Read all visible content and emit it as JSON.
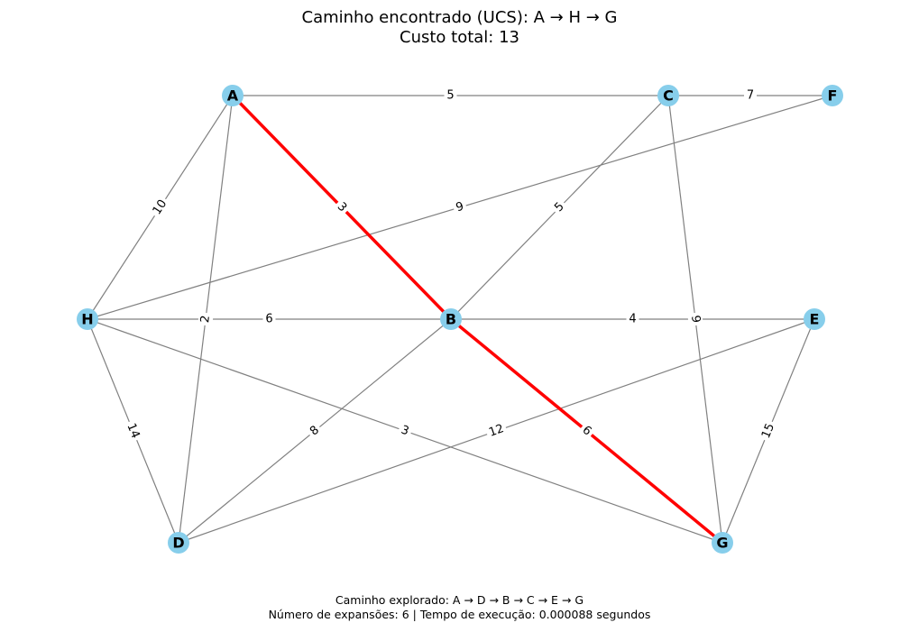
{
  "title": {
    "line1": "Caminho encontrado (UCS): A → H → G",
    "line2": "Custo total: 13"
  },
  "footer": {
    "line1": "Caminho explorado: A → D → B → C → E → G",
    "line2": "Número de expansões: 6 | Tempo de execução: 0.000088 segundos"
  },
  "colors": {
    "node_fill": "#87ceeb",
    "edge": "#808080",
    "highlighted_path": "#ff0000"
  },
  "graph": {
    "nodes": [
      "A",
      "C",
      "F",
      "H",
      "B",
      "E",
      "D",
      "G"
    ],
    "edges": [
      {
        "from": "A",
        "to": "C",
        "weight": "5",
        "highlighted": false
      },
      {
        "from": "C",
        "to": "F",
        "weight": "7",
        "highlighted": false
      },
      {
        "from": "A",
        "to": "H",
        "weight": "10",
        "highlighted": false
      },
      {
        "from": "A",
        "to": "D",
        "weight": "2",
        "highlighted": false
      },
      {
        "from": "A",
        "to": "B",
        "weight": "3",
        "highlighted": true
      },
      {
        "from": "H",
        "to": "F",
        "weight": "9",
        "highlighted": false
      },
      {
        "from": "C",
        "to": "B",
        "weight": "5",
        "highlighted": false
      },
      {
        "from": "C",
        "to": "G",
        "weight": "9",
        "highlighted": false
      },
      {
        "from": "H",
        "to": "B",
        "weight": "6",
        "highlighted": false
      },
      {
        "from": "B",
        "to": "E",
        "weight": "4",
        "highlighted": false
      },
      {
        "from": "H",
        "to": "D",
        "weight": "14",
        "highlighted": false
      },
      {
        "from": "H",
        "to": "G",
        "weight": "3",
        "highlighted": false
      },
      {
        "from": "B",
        "to": "D",
        "weight": "8",
        "highlighted": false
      },
      {
        "from": "B",
        "to": "G",
        "weight": "6",
        "highlighted": true
      },
      {
        "from": "D",
        "to": "E",
        "weight": "12",
        "highlighted": false
      },
      {
        "from": "E",
        "to": "G",
        "weight": "15",
        "highlighted": false
      }
    ]
  }
}
